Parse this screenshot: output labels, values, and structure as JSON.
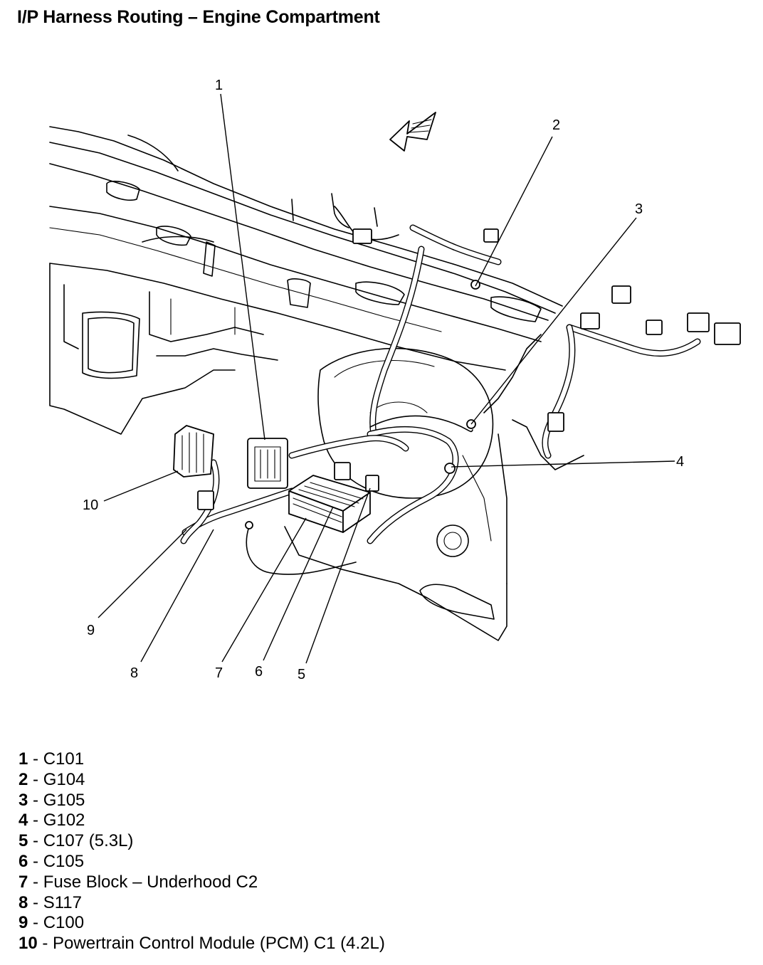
{
  "title": "I/P Harness Routing – Engine Compartment",
  "callouts": [
    "1",
    "2",
    "3",
    "4",
    "5",
    "6",
    "7",
    "8",
    "9",
    "10"
  ],
  "legend": [
    {
      "num": "1",
      "sep": " - ",
      "label": "C101"
    },
    {
      "num": "2",
      "sep": " - ",
      "label": "G104"
    },
    {
      "num": "3",
      "sep": " - ",
      "label": "G105"
    },
    {
      "num": "4",
      "sep": " - ",
      "label": "G102"
    },
    {
      "num": "5",
      "sep": " - ",
      "label": "C107 (5.3L)"
    },
    {
      "num": "6",
      "sep": " - ",
      "label": "C105"
    },
    {
      "num": "7",
      "sep": " - ",
      "label": "Fuse Block – Underhood C2"
    },
    {
      "num": "8",
      "sep": " - ",
      "label": "S117"
    },
    {
      "num": "9",
      "sep": " - ",
      "label": "C100"
    },
    {
      "num": "10",
      "sep": " - ",
      "label": "Powertrain Control Module (PCM) C1 (4.2L)"
    }
  ]
}
